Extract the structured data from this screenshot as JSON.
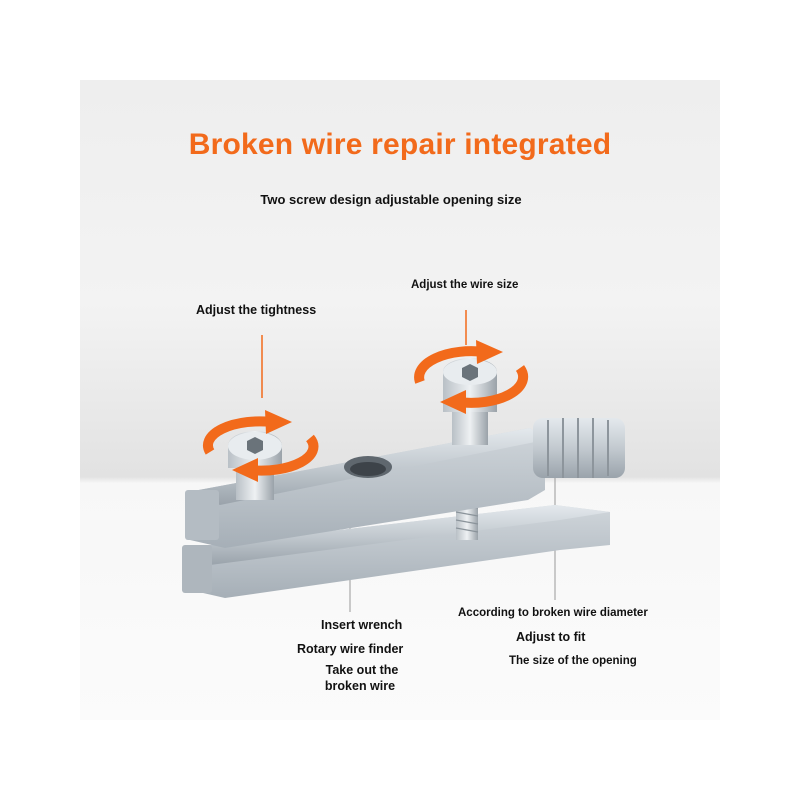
{
  "title": "Broken wire repair integrated",
  "subtitle": "Two screw design adjustable opening size",
  "callouts": {
    "tightness": "Adjust the tightness",
    "wire_size": "Adjust the wire size",
    "insert_wrench": "Insert wrench",
    "rotary_finder": "Rotary wire finder",
    "take_out_1": "Take out the",
    "take_out_2": "broken wire",
    "according": "According to broken wire diameter",
    "adjust_fit": "Adjust to fit",
    "opening": "The size of the opening"
  },
  "colors": {
    "accent": "#f26a1b",
    "metal": "#bfc6cc",
    "background": "#efefef"
  },
  "icons": [
    "rotate-arrow-icon",
    "rotate-arrow-icon"
  ]
}
